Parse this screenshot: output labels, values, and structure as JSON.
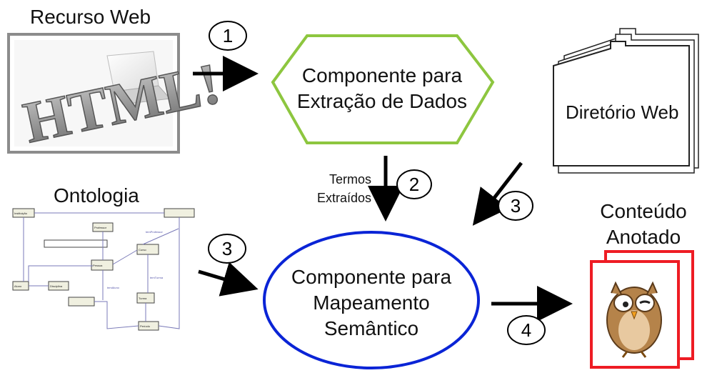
{
  "web_resource": {
    "title": "Recurso Web",
    "logo_text": "HTML!"
  },
  "extraction_component": {
    "line1": "Componente para",
    "line2": "Extração de Dados",
    "border_color": "#8dc63f"
  },
  "web_directory": {
    "label": "Diretório Web"
  },
  "extracted_terms": {
    "line1": "Termos",
    "line2": "Extraídos"
  },
  "ontology": {
    "title": "Ontologia",
    "node_labels": [
      "Instituição",
      "",
      "Professor",
      "",
      "",
      "Pessoa",
      "Curso",
      "Aluno",
      "Disciplina",
      "Turma",
      "Período"
    ],
    "edge_labels": [
      "temProfessor",
      "temTurma",
      "temAluno"
    ]
  },
  "mapping_component": {
    "line1": "Componente para",
    "line2": "Mapeamento",
    "line3": "Semântico",
    "border_color": "#0a24d6"
  },
  "annotated_content": {
    "line1": "Conteúdo",
    "line2": "Anotado",
    "border_color": "#ee1c24"
  },
  "steps": {
    "s1": "1",
    "s2": "2",
    "s3a": "3",
    "s3b": "3",
    "s4": "4"
  }
}
